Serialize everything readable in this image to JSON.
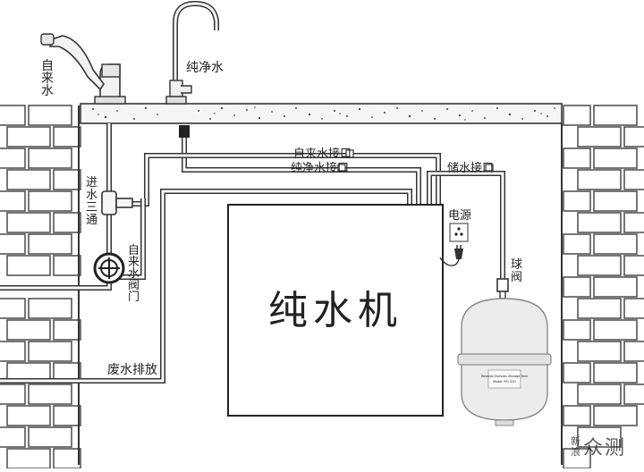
{
  "labels": {
    "tap_water": "自来水",
    "pure_water_tap": "纯净水",
    "tap_water_port": "自来水接口",
    "pure_water_port": "纯净水接口",
    "storage_port": "储水接口",
    "inlet_tee": "进水三通",
    "tap_valve": "自来水阀门",
    "power": "电源",
    "ball_valve": "球阀",
    "machine": "纯水机",
    "drain": "废水排放",
    "tank_text_1": "Reverse Osmosis Storage Tank",
    "tank_text_2": "Model: RO-32G",
    "watermark_1": "新",
    "watermark_2": "浪",
    "watermark_3": "众测"
  }
}
